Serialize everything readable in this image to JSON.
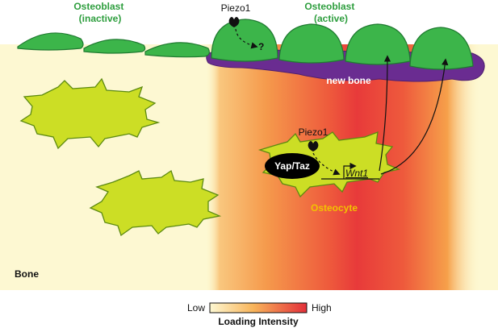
{
  "labels": {
    "osteoblast_inactive": [
      "Osteoblast",
      "(inactive)"
    ],
    "osteoblast_active": [
      "Osteoblast",
      "(active)"
    ],
    "piezo1_top": "Piezo1",
    "question": "?",
    "new_bone": "new bone",
    "piezo1_cell": "Piezo1",
    "yap_taz": "Yap/Taz",
    "wnt1": "Wnt1",
    "osteocyte": "Osteocyte",
    "bone": "Bone"
  },
  "legend": {
    "low": "Low",
    "high": "High",
    "title": "Loading Intensity"
  },
  "colors": {
    "bone": "#fdf8d2",
    "osteoblast": "#3cb54a",
    "osteoblast_outline": "#1f7a30",
    "new_bone": "#6a2c91",
    "osteocyte": "#ccde25",
    "osteocyte_outline": "#5c8a10",
    "loading_low": "#fdf6c8",
    "loading_mid": "#f7a24a",
    "loading_high": "#e83a3a"
  }
}
